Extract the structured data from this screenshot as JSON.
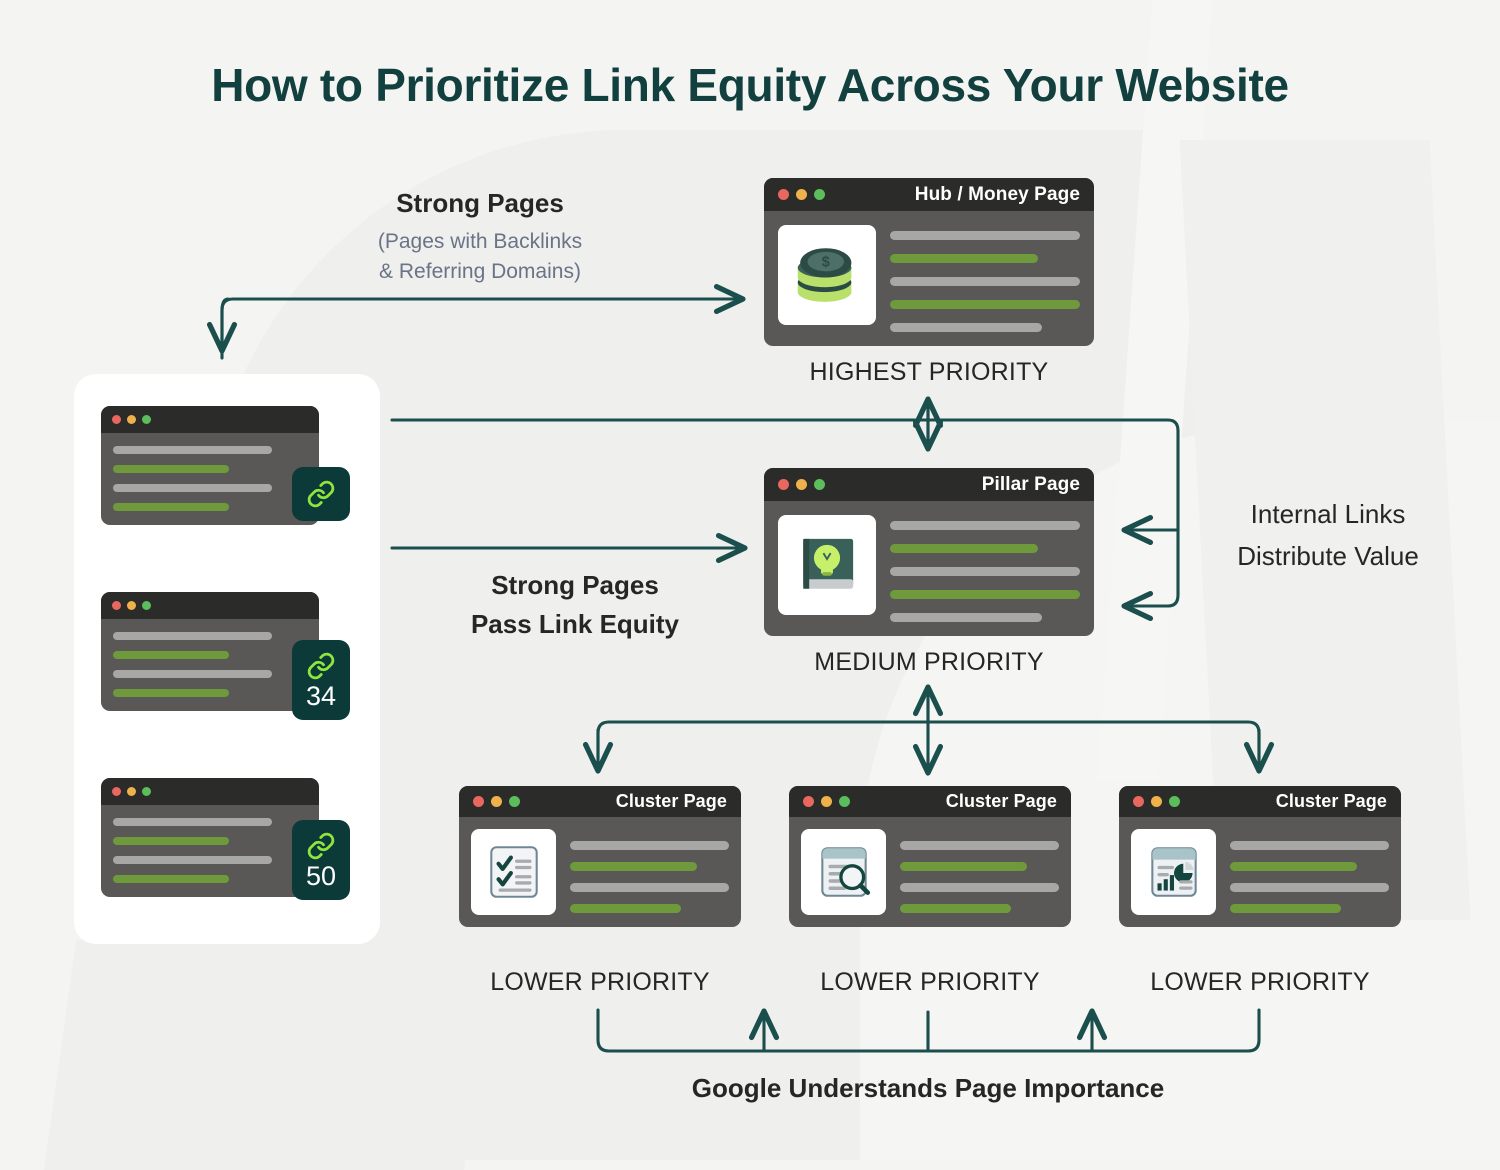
{
  "page": {
    "title": "How to Prioritize Link Equity Across Your Website",
    "background_color": "#f4f4f3",
    "accent_color": "#11403f",
    "arrow_color": "#1b4f4d",
    "badge_color": "#0c3a38",
    "link_icon_color": "#8ce63c",
    "green_line_color": "#6f9a3c",
    "gray_line_color": "#a7a7a6"
  },
  "strong_pages": {
    "heading": "Strong Pages",
    "subtext_line1": "(Pages with Backlinks",
    "subtext_line2": "& Referring Domains)",
    "cards": [
      {
        "badge_icon": "link-icon",
        "badge_value": ""
      },
      {
        "badge_icon": "link-icon",
        "badge_value": "34"
      },
      {
        "badge_icon": "link-icon",
        "badge_value": "50"
      }
    ]
  },
  "flow_labels": {
    "pass_equity_line1": "Strong Pages",
    "pass_equity_line2": "Pass Link Equity",
    "internal_links_line1": "Internal Links",
    "internal_links_line2": "Distribute Value",
    "bottom_caption": "Google Understands Page Importance"
  },
  "nodes": {
    "hub": {
      "window_title": "Hub / Money Page",
      "priority_label": "HIGHEST PRIORITY",
      "thumb_icon": "coin-stack-icon"
    },
    "pillar": {
      "window_title": "Pillar Page",
      "priority_label": "MEDIUM PRIORITY",
      "thumb_icon": "book-lightbulb-icon"
    },
    "clusters": [
      {
        "window_title": "Cluster Page",
        "priority_label": "LOWER PRIORITY",
        "thumb_icon": "checklist-icon"
      },
      {
        "window_title": "Cluster Page",
        "priority_label": "LOWER PRIORITY",
        "thumb_icon": "document-search-icon"
      },
      {
        "window_title": "Cluster Page",
        "priority_label": "LOWER PRIORITY",
        "thumb_icon": "analytics-chart-icon"
      }
    ]
  }
}
